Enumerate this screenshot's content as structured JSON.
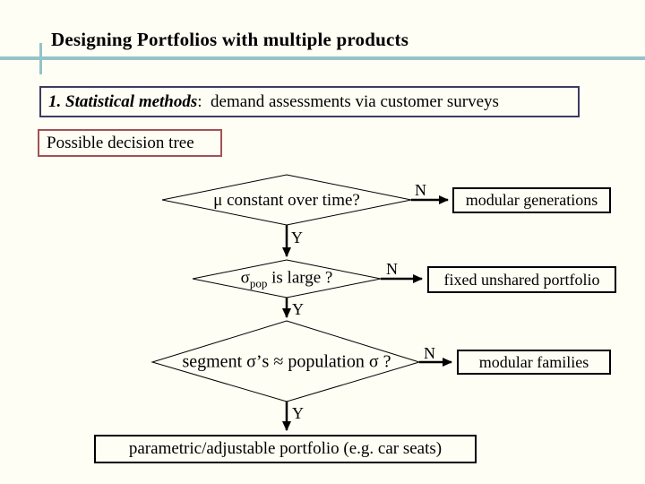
{
  "slide": {
    "title": "Designing Portfolios with multiple products",
    "intro": {
      "lead": "1. Statistical methods",
      "rest": ":  demand assessments via customer surveys"
    },
    "tree_label": "Possible decision tree"
  },
  "flowchart": {
    "yes_label": "Y",
    "no_label": "N",
    "decisions": [
      {
        "text": "μ constant over time?"
      },
      {
        "sigma": "σ",
        "sub": "pop",
        "rest": " is large ?"
      },
      {
        "text": "segment σ’s ≈ population σ ?"
      }
    ],
    "outcomes": {
      "modular_generations": "modular generations",
      "fixed_unshared": "fixed unshared portfolio",
      "modular_families": "modular families",
      "parametric": "parametric/adjustable portfolio (e.g. car seats)"
    }
  },
  "colors": {
    "accent_line": "#94c3c9",
    "intro_border": "#3c3c64",
    "tree_label_border": "#a35252",
    "flow_stroke": "#000000",
    "background": "#fffef4"
  }
}
